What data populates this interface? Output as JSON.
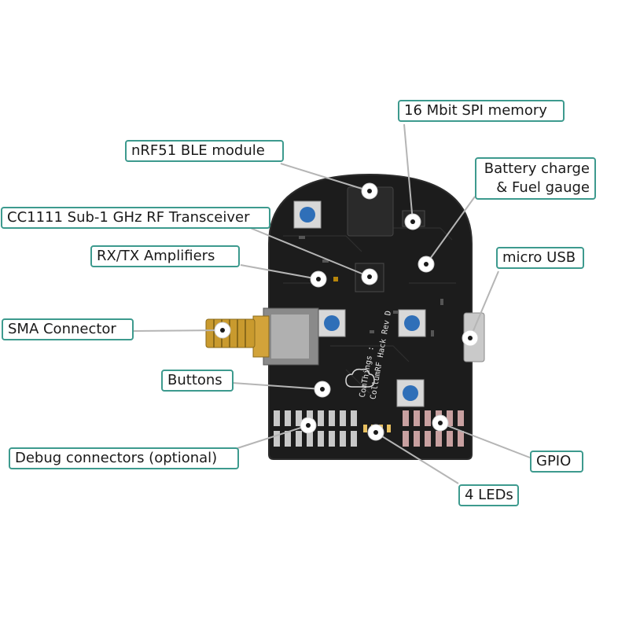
{
  "labels": {
    "spi_memory": "16 Mbit SPI memory",
    "ble_module": "nRF51 BLE module",
    "battery_line1": "Battery charge",
    "battery_line2": "& Fuel gauge",
    "rf_transceiver": "CC1111 Sub-1 GHz RF Transceiver",
    "amplifiers": "RX/TX Amplifiers",
    "micro_usb": "micro USB",
    "sma": "SMA Connector",
    "buttons": "Buttons",
    "debug": "Debug connectors (optional)",
    "gpio": "GPIO",
    "leds": "4 LEDs"
  },
  "board": {
    "silkscreen_line1": "ComThings :",
    "silkscreen_line2": "CollumRF Hack Rev D"
  },
  "colors": {
    "accent": "#3d9a8e",
    "callout_line": "#b5b5b5",
    "pcb": "#1c1c1c",
    "marker": "#ffffff",
    "marker_dot": "#1a1a1a"
  }
}
